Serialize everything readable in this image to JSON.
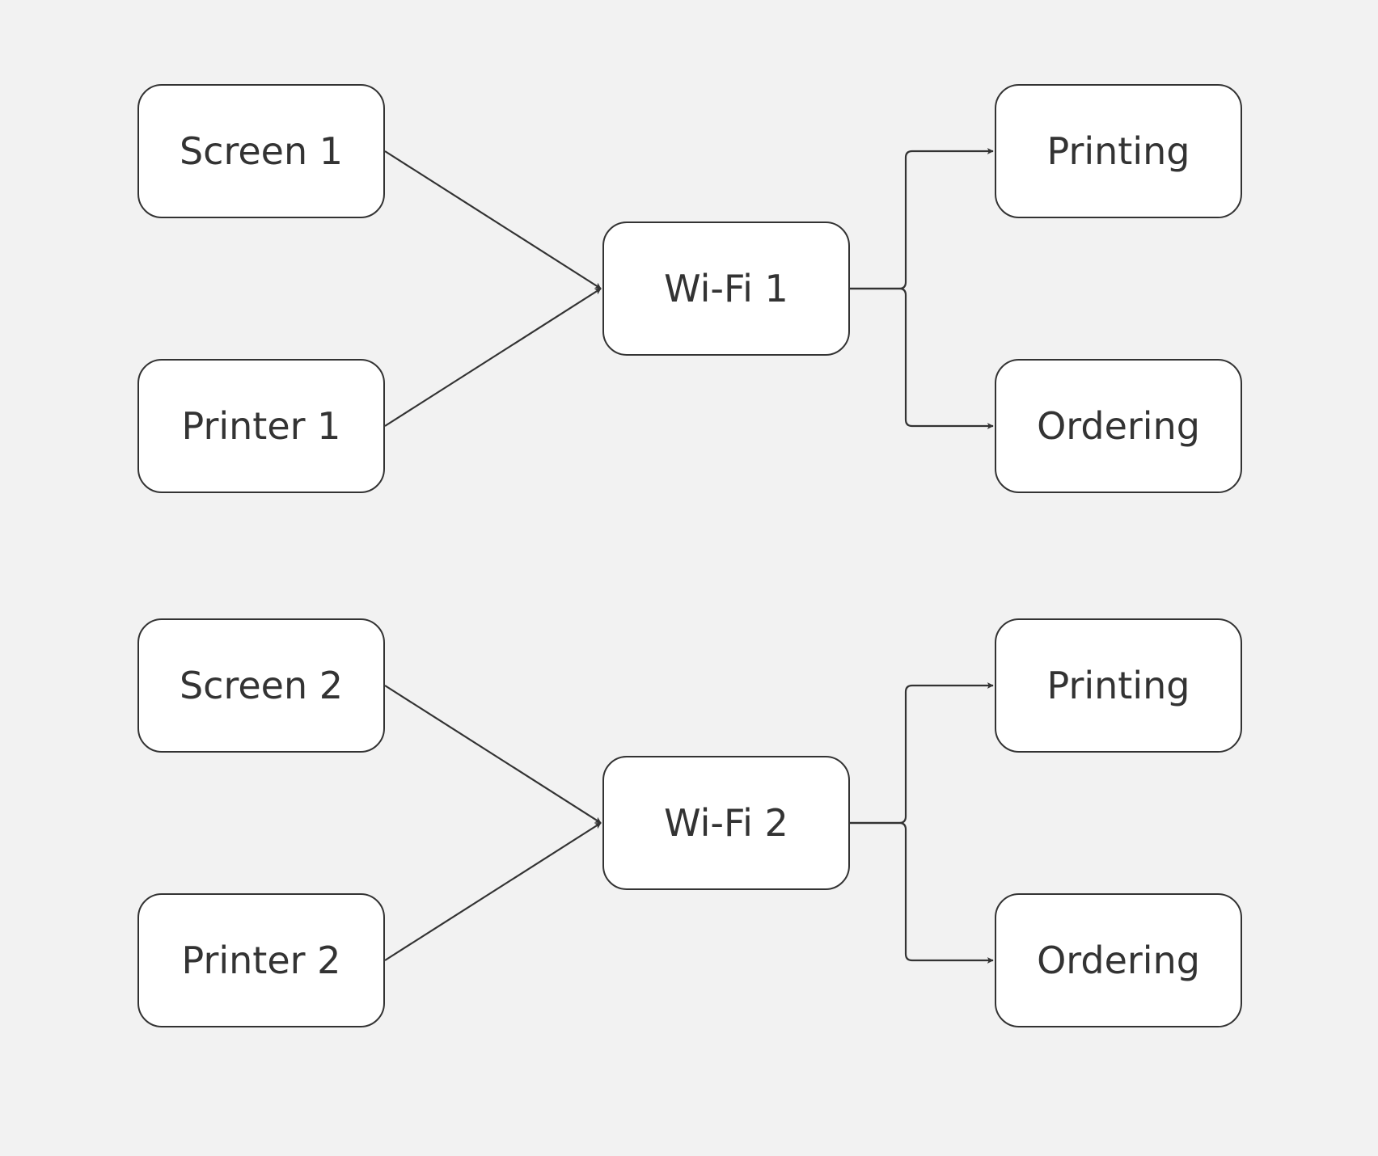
{
  "diagram": {
    "background_color": "#f2f2f2",
    "node_fill": "#ffffff",
    "stroke_color": "#333333",
    "groups": [
      {
        "sources": [
          {
            "id": "screen-1",
            "label": "Screen 1"
          },
          {
            "id": "printer-1",
            "label": "Printer 1"
          }
        ],
        "hub": {
          "id": "wifi-1",
          "label": "Wi-Fi 1"
        },
        "targets": [
          {
            "id": "printing-1",
            "label": "Printing"
          },
          {
            "id": "ordering-1",
            "label": "Ordering"
          }
        ]
      },
      {
        "sources": [
          {
            "id": "screen-2",
            "label": "Screen 2"
          },
          {
            "id": "printer-2",
            "label": "Printer 2"
          }
        ],
        "hub": {
          "id": "wifi-2",
          "label": "Wi-Fi 2"
        },
        "targets": [
          {
            "id": "printing-2",
            "label": "Printing"
          },
          {
            "id": "ordering-2",
            "label": "Ordering"
          }
        ]
      }
    ],
    "edges": [
      {
        "from": "screen-1",
        "to": "wifi-1",
        "style": "straight"
      },
      {
        "from": "printer-1",
        "to": "wifi-1",
        "style": "straight"
      },
      {
        "from": "wifi-1",
        "to": "printing-1",
        "style": "elbow"
      },
      {
        "from": "wifi-1",
        "to": "ordering-1",
        "style": "elbow"
      },
      {
        "from": "screen-2",
        "to": "wifi-2",
        "style": "straight"
      },
      {
        "from": "printer-2",
        "to": "wifi-2",
        "style": "straight"
      },
      {
        "from": "wifi-2",
        "to": "printing-2",
        "style": "elbow"
      },
      {
        "from": "wifi-2",
        "to": "ordering-2",
        "style": "elbow"
      }
    ]
  }
}
